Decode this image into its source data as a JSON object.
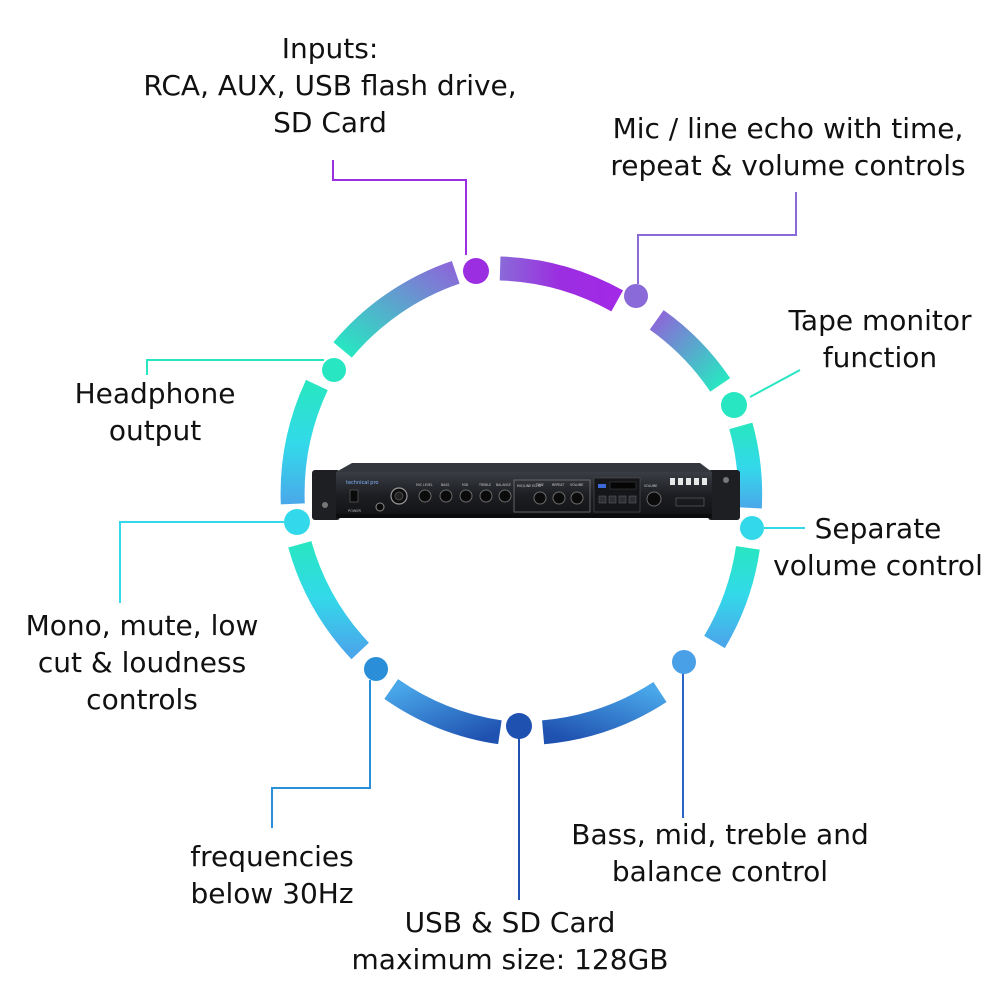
{
  "colors": {
    "purple": "#9b2ee0",
    "violet": "#8a6ad8",
    "aqua": "#28e6c2",
    "cyan": "#33d9ea",
    "sky": "#4aa8ea",
    "blue": "#2867c8",
    "navy": "#1f51b0",
    "text": "#111111"
  },
  "device": {
    "brand": "technical pro",
    "labels": [
      "MIC LEVEL",
      "BASS",
      "MID",
      "TREBLE",
      "BALANCE",
      "MIC/LINE ECHO",
      "TIME",
      "REPEAT",
      "VOLUME",
      "VOLUME",
      "POWER"
    ]
  },
  "callouts": {
    "inputs": {
      "lines": [
        "Inputs:",
        "RCA, AUX, USB flash drive,",
        "SD Card"
      ]
    },
    "echo": {
      "lines": [
        "Mic / line echo with time,",
        "repeat & volume controls"
      ]
    },
    "tape": {
      "lines": [
        "Tape monitor",
        "function"
      ]
    },
    "separate_volume": {
      "lines": [
        "Separate",
        "volume control"
      ]
    },
    "eq": {
      "lines": [
        "Bass, mid, treble and",
        "balance control"
      ]
    },
    "usb_sd": {
      "lines": [
        "USB & SD Card",
        "maximum size: 128GB"
      ]
    },
    "frequencies": {
      "lines": [
        "frequencies",
        "below 30Hz"
      ]
    },
    "mono": {
      "lines": [
        "Mono, mute, low",
        "cut & loudness",
        "controls"
      ]
    },
    "headphone": {
      "lines": [
        "Headphone",
        "output"
      ]
    }
  }
}
